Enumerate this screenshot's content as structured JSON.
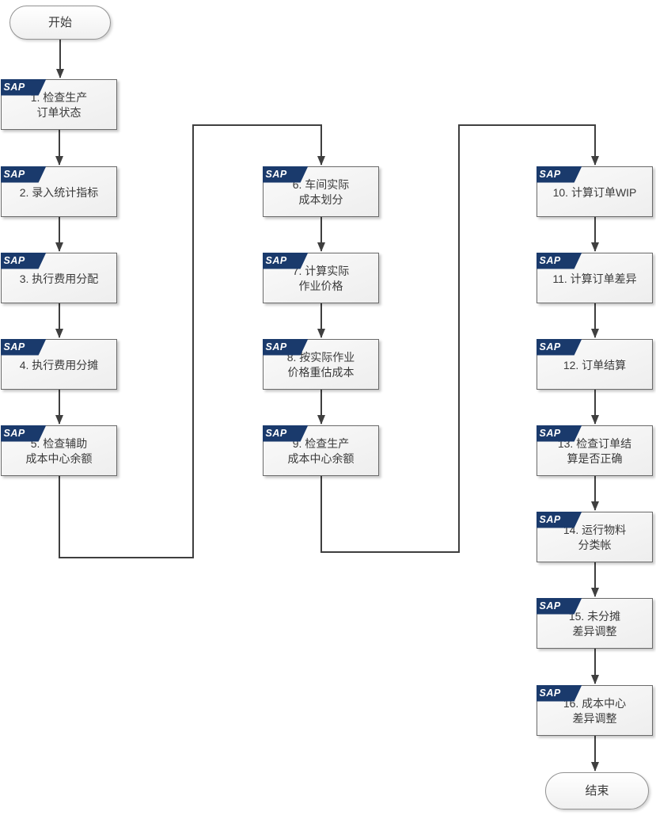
{
  "flow": {
    "sap_logo_text": "SAP",
    "start_label": "开始",
    "end_label": "结束",
    "nodes": [
      {
        "id": 1,
        "label": "1. 检查生产\n订单状态"
      },
      {
        "id": 2,
        "label": "2. 录入统计指标"
      },
      {
        "id": 3,
        "label": "3. 执行费用分配"
      },
      {
        "id": 4,
        "label": "4. 执行费用分摊"
      },
      {
        "id": 5,
        "label": "5. 检查辅助\n成本中心余额"
      },
      {
        "id": 6,
        "label": "6. 车间实际\n成本划分"
      },
      {
        "id": 7,
        "label": "7. 计算实际\n作业价格"
      },
      {
        "id": 8,
        "label": "8. 按实际作业\n价格重估成本"
      },
      {
        "id": 9,
        "label": "9. 检查生产\n成本中心余额"
      },
      {
        "id": 10,
        "label": "10. 计算订单WIP"
      },
      {
        "id": 11,
        "label": "11. 计算订单差异"
      },
      {
        "id": 12,
        "label": "12. 订单结算"
      },
      {
        "id": 13,
        "label": "13. 检查订单结\n算是否正确"
      },
      {
        "id": 14,
        "label": "14. 运行物料\n分类帐"
      },
      {
        "id": 15,
        "label": "15. 未分摊\n差异调整"
      },
      {
        "id": 16,
        "label": "16. 成本中心\n差异调整"
      }
    ],
    "colors": {
      "sap_flag_blue": "#1a3a6c",
      "box_border": "#6a6a6a",
      "box_fill": "#eeeeee",
      "terminal_border": "#929292",
      "connector": "#3f3f3f"
    }
  }
}
